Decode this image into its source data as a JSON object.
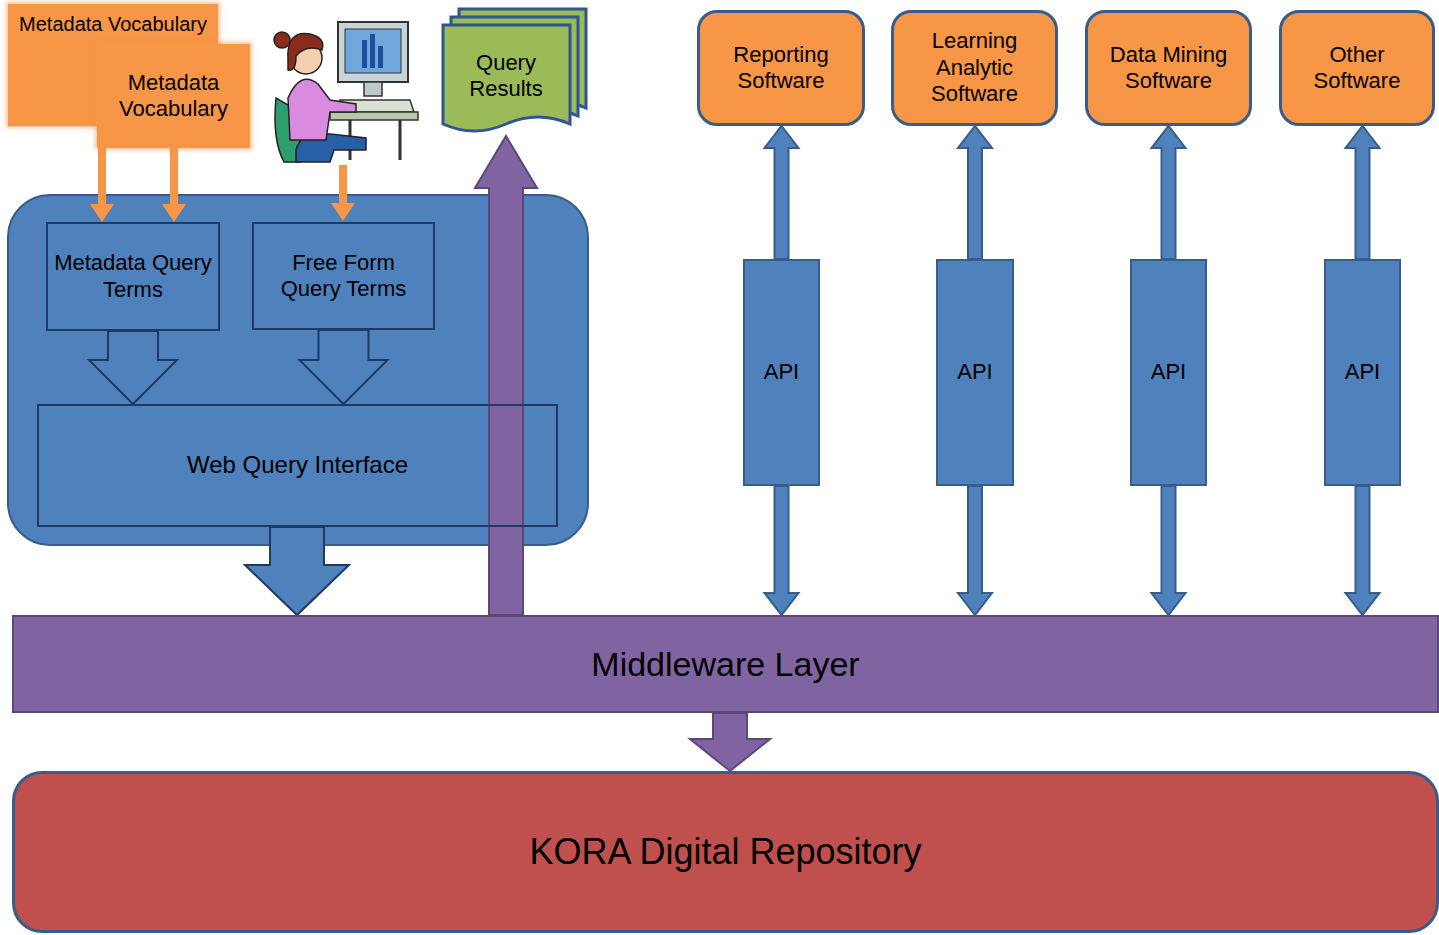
{
  "diagram": {
    "nodes": [
      {
        "text": [
          "Metadata Vocabulary"
        ]
      },
      {
        "text": [
          "Metadata Vocabulary"
        ]
      },
      {
        "text": [
          "Metadata Query Terms"
        ]
      },
      {
        "text": [
          "Free Form Query Terms"
        ]
      },
      {
        "text": [
          "Web Query Interface"
        ]
      },
      {
        "text": [
          "Query Results"
        ]
      },
      {
        "text": [
          "Reporting Software"
        ]
      },
      {
        "text": [
          "Learning Analytic Software"
        ]
      },
      {
        "text": [
          "Data Mining Software"
        ]
      },
      {
        "text": [
          "Other Software"
        ]
      },
      {
        "text": [
          "API"
        ]
      },
      {
        "text": [
          "API"
        ]
      },
      {
        "text": [
          "API"
        ]
      },
      {
        "text": [
          "API"
        ]
      },
      {
        "text": [
          "Middleware Layer"
        ]
      },
      {
        "text": [
          "KORA Digital Repository"
        ]
      }
    ],
    "edges": [
      {
        "from": 0,
        "to": 2,
        "arrow": "to"
      },
      {
        "from": 1,
        "to": 2,
        "arrow": "to"
      },
      {
        "from": 2,
        "to": 4,
        "arrow": "to"
      },
      {
        "from": 3,
        "to": 4,
        "arrow": "to"
      },
      {
        "from": 4,
        "to": 14,
        "arrow": "to"
      },
      {
        "from": 14,
        "to": 5,
        "arrow": "to"
      },
      {
        "from": 10,
        "to": 6,
        "arrow": "to"
      },
      {
        "from": 10,
        "to": 14,
        "arrow": "to"
      },
      {
        "from": 11,
        "to": 7,
        "arrow": "to"
      },
      {
        "from": 11,
        "to": 14,
        "arrow": "to"
      },
      {
        "from": 12,
        "to": 8,
        "arrow": "to"
      },
      {
        "from": 12,
        "to": 14,
        "arrow": "to"
      },
      {
        "from": 13,
        "to": 9,
        "arrow": "to"
      },
      {
        "from": 13,
        "to": 14,
        "arrow": "to"
      },
      {
        "from": 14,
        "to": 15,
        "arrow": "to"
      }
    ]
  }
}
